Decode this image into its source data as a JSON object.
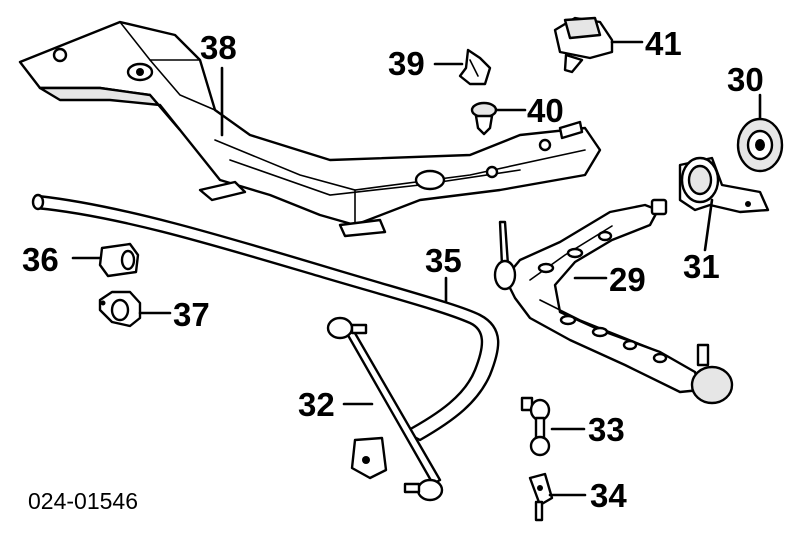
{
  "diagram_code": "024-01546",
  "callouts": {
    "c29": "29",
    "c30": "30",
    "c31": "31",
    "c32": "32",
    "c33": "33",
    "c34": "34",
    "c35": "35",
    "c36": "36",
    "c37": "37",
    "c38": "38",
    "c39": "39",
    "c40": "40",
    "c41": "41"
  }
}
